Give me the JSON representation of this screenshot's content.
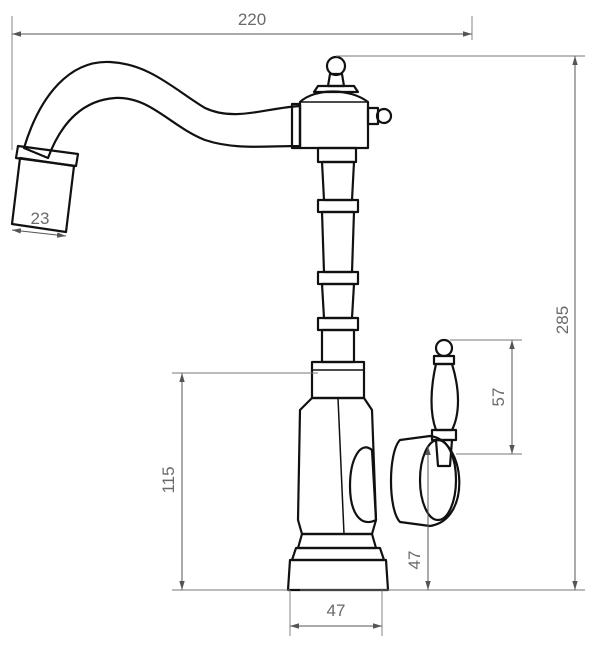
{
  "dimensions": {
    "overall_width": "220",
    "overall_height": "285",
    "spout_outlet_diameter": "23",
    "handle_height": "57",
    "body_height": "115",
    "handle_axis_height": "47",
    "base_diameter": "47"
  },
  "colors": {
    "outline": "#111111",
    "dimension_line": "#555555",
    "dimension_text": "#6a6a6a",
    "background": "#ffffff"
  }
}
